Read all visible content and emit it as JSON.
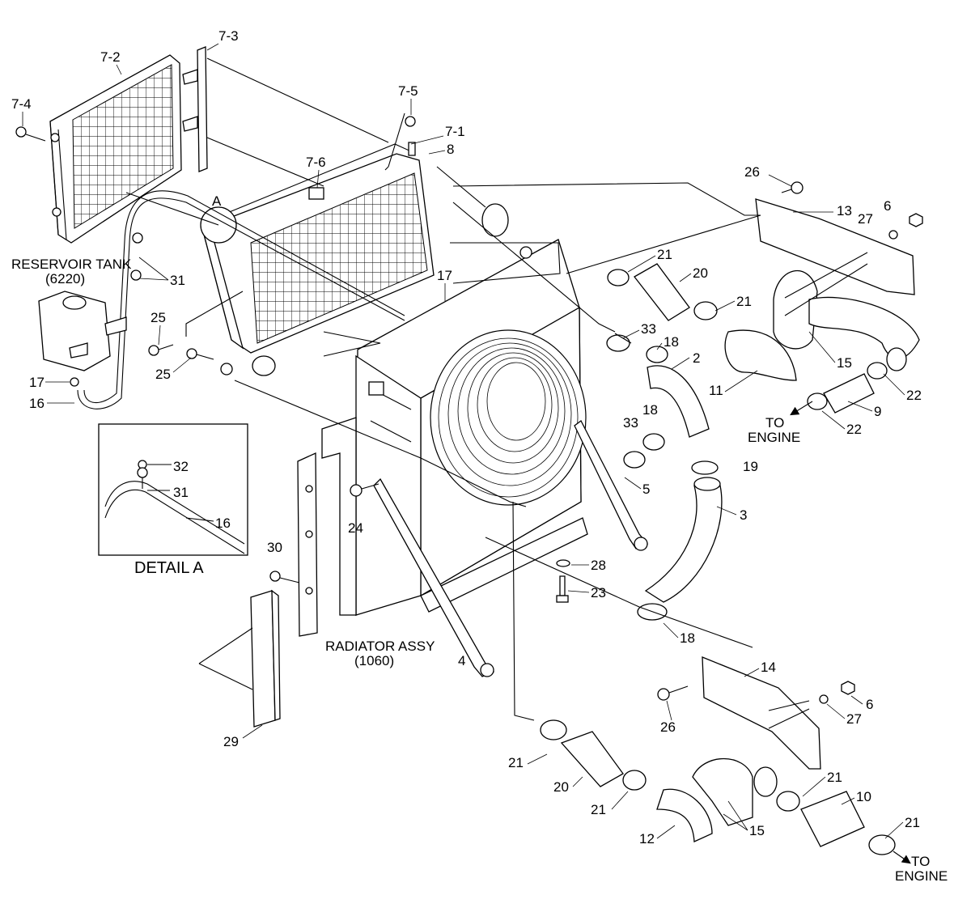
{
  "labels": {
    "l7_2": "7-2",
    "l7_3": "7-3",
    "l7_4": "7-4",
    "l7_5": "7-5",
    "l7_1": "7-1",
    "l8": "8",
    "l7_6": "7-6",
    "lA": "A",
    "l26a": "26",
    "l13": "13",
    "l27a": "27",
    "l6a": "6",
    "l21a": "21",
    "l20a": "20",
    "l17a": "17",
    "l21b": "21",
    "l33a": "33",
    "l18a": "18",
    "l2": "2",
    "l15a": "15",
    "l11": "11",
    "l22a": "22",
    "l9": "9",
    "l22b": "22",
    "l33b": "33",
    "l18b": "18",
    "l19": "19",
    "l25a": "25",
    "l25b": "25",
    "l17b": "17",
    "l16a": "16",
    "l31a": "31",
    "l32": "32",
    "l31b": "31",
    "l16b": "16",
    "l24": "24",
    "l5": "5",
    "l3": "3",
    "l30": "30",
    "l28": "28",
    "l23": "23",
    "l18c": "18",
    "l4": "4",
    "l14": "14",
    "l26b": "26",
    "l6b": "6",
    "l27b": "27",
    "l29": "29",
    "l21c": "21",
    "l20b": "20",
    "l21d": "21",
    "l21e": "21",
    "l10": "10",
    "l21f": "21",
    "l15b": "15",
    "l12": "12"
  },
  "text": {
    "reservoir_tank": "RESERVOIR TANK",
    "reservoir_code": "(6220)",
    "detail_a": "DETAIL A",
    "radiator_assy": "RADIATOR ASSY",
    "radiator_code": "(1060)",
    "to_engine_1a": "TO",
    "to_engine_1b": "ENGINE",
    "to_engine_2a": "TO",
    "to_engine_2b": "ENGINE"
  }
}
